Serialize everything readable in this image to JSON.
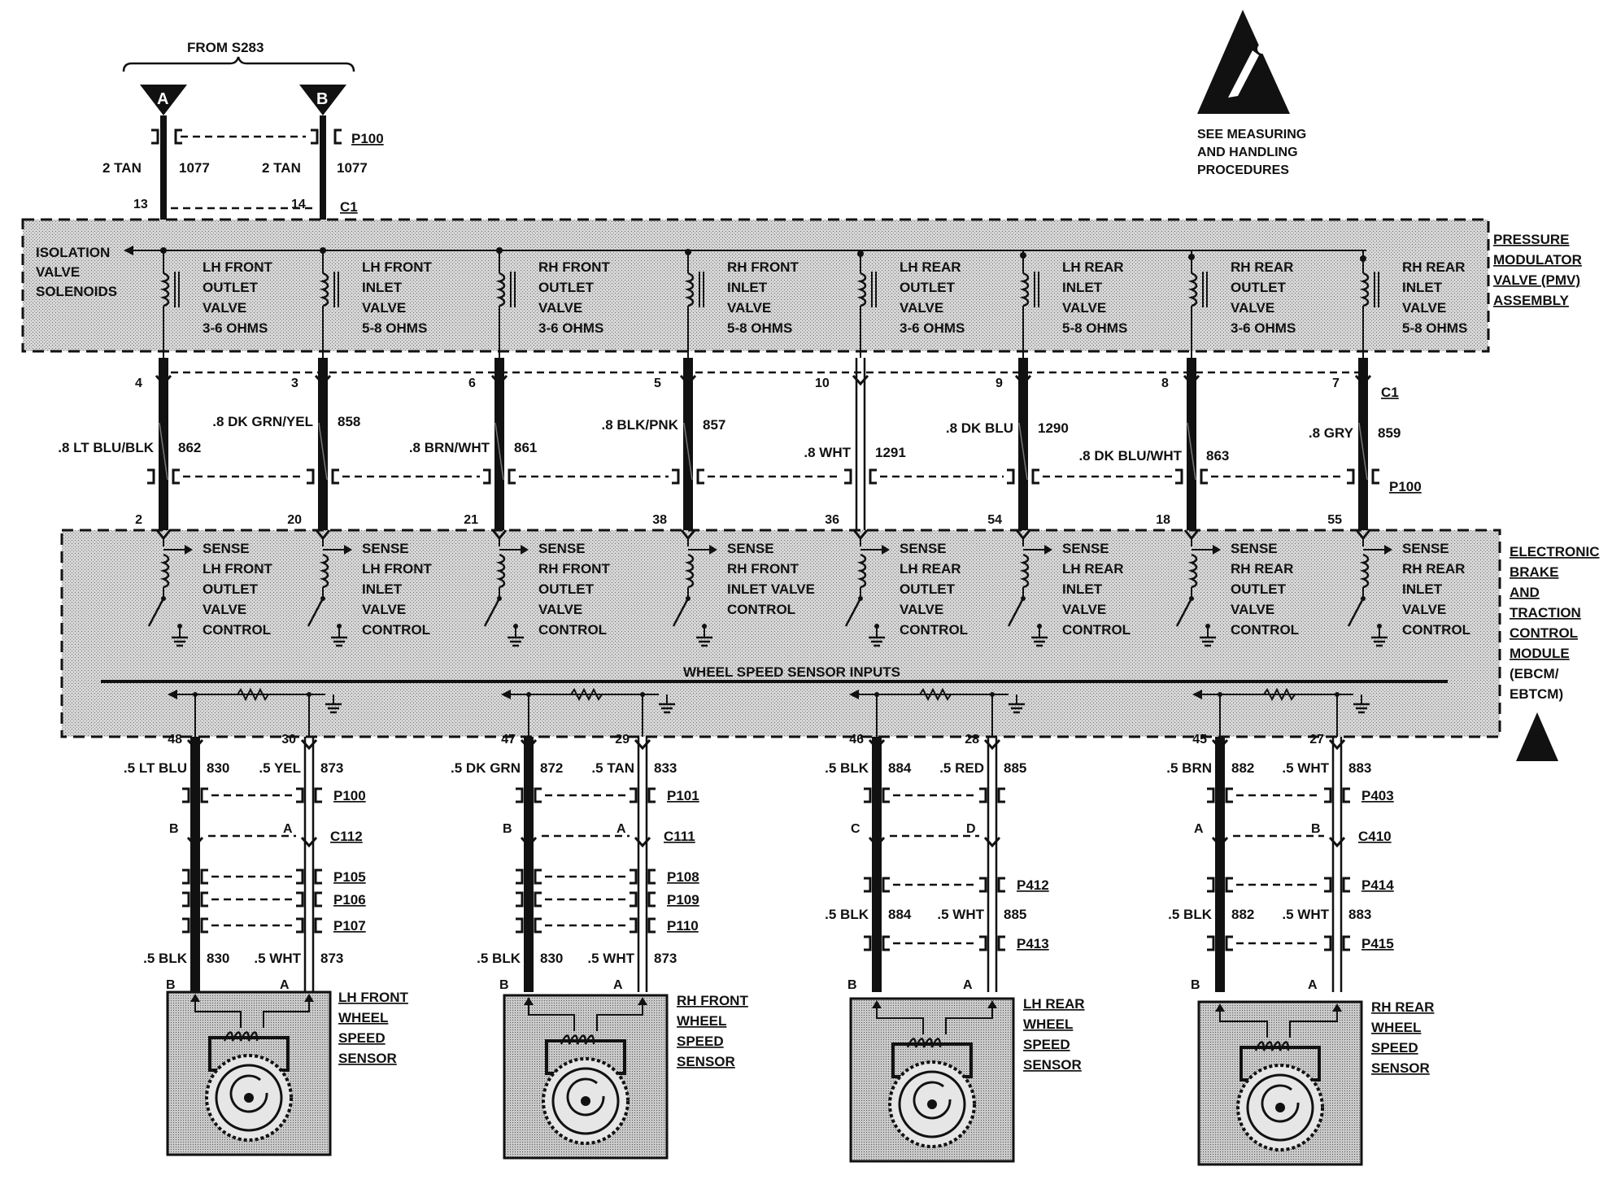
{
  "top": {
    "from_label": "FROM S283",
    "splice_a": "A",
    "splice_b": "B",
    "connector_p100": "P100",
    "connector_c1": "C1",
    "wire_a_gauge": "2 TAN",
    "wire_a_num": "1077",
    "wire_b_gauge": "2 TAN",
    "wire_b_num": "1077",
    "pin_a": "13",
    "pin_b": "14"
  },
  "esd_note": [
    "SEE MEASURING",
    "AND HANDLING",
    "PROCEDURES"
  ],
  "pmv": {
    "isolation_label": [
      "ISOLATION",
      "VALVE",
      "SOLENOIDS"
    ],
    "assembly_label": [
      "PRESSURE",
      "MODULATOR",
      "VALVE (PMV)",
      "ASSEMBLY"
    ],
    "valves": [
      [
        "LH FRONT",
        "OUTLET",
        "VALVE",
        "3-6 OHMS"
      ],
      [
        "LH FRONT",
        "INLET",
        "VALVE",
        "5-8 OHMS"
      ],
      [
        "RH FRONT",
        "OUTLET",
        "VALVE",
        "3-6 OHMS"
      ],
      [
        "RH FRONT",
        "INLET",
        "VALVE",
        "5-8 OHMS"
      ],
      [
        "LH REAR",
        "OUTLET",
        "VALVE",
        "3-6 OHMS"
      ],
      [
        "LH REAR",
        "INLET",
        "VALVE",
        "5-8 OHMS"
      ],
      [
        "RH REAR",
        "OUTLET",
        "VALVE",
        "3-6 OHMS"
      ],
      [
        "RH REAR",
        "INLET",
        "VALVE",
        "5-8 OHMS"
      ]
    ]
  },
  "mid": {
    "c1_label": "C1",
    "p100_label": "P100",
    "wires": [
      {
        "c1_pin": "4",
        "gauge": ".8 LT BLU/BLK",
        "num": "862",
        "ebcm_pin": "2"
      },
      {
        "c1_pin": "3",
        "gauge": ".8 DK GRN/YEL",
        "num": "858",
        "ebcm_pin": "20"
      },
      {
        "c1_pin": "6",
        "gauge": ".8 BRN/WHT",
        "num": "861",
        "ebcm_pin": "21"
      },
      {
        "c1_pin": "5",
        "gauge": ".8 BLK/PNK",
        "num": "857",
        "ebcm_pin": "38"
      },
      {
        "c1_pin": "10",
        "gauge": ".8 WHT",
        "num": "1291",
        "ebcm_pin": "36"
      },
      {
        "c1_pin": "9",
        "gauge": ".8 DK BLU",
        "num": "1290",
        "ebcm_pin": "54"
      },
      {
        "c1_pin": "8",
        "gauge": ".8 DK BLU/WHT",
        "num": "863",
        "ebcm_pin": "18"
      },
      {
        "c1_pin": "7",
        "gauge": ".8 GRY",
        "num": "859",
        "ebcm_pin": "55"
      }
    ]
  },
  "ebcm": {
    "label": [
      "ELECTRONIC",
      "BRAKE",
      "AND",
      "TRACTION",
      "CONTROL",
      "MODULE",
      "(EBCM/",
      "EBTCM)"
    ],
    "wss_label": "WHEEL SPEED SENSOR INPUTS",
    "controls": [
      [
        "SENSE",
        "LH FRONT",
        "OUTLET",
        "VALVE",
        "CONTROL"
      ],
      [
        "SENSE",
        "LH FRONT",
        "INLET",
        "VALVE",
        "CONTROL"
      ],
      [
        "SENSE",
        "RH FRONT",
        "OUTLET",
        "VALVE",
        "CONTROL"
      ],
      [
        "SENSE",
        "RH FRONT",
        "INLET VALVE",
        "CONTROL"
      ],
      [
        "SENSE",
        "LH REAR",
        "OUTLET",
        "VALVE",
        "CONTROL"
      ],
      [
        "SENSE",
        "LH REAR",
        "INLET",
        "VALVE",
        "CONTROL"
      ],
      [
        "SENSE",
        "RH REAR",
        "OUTLET",
        "VALVE",
        "CONTROL"
      ],
      [
        "SENSE",
        "RH REAR",
        "INLET",
        "VALVE",
        "CONTROL"
      ]
    ]
  },
  "sensors": [
    {
      "pins": [
        "48",
        "30"
      ],
      "upper_gauges": [
        ".5 LT BLU",
        "830",
        ".5 YEL",
        "873"
      ],
      "upper_conn": "P100",
      "mid_conn": "C112",
      "mid_pins": [
        "B",
        "A"
      ],
      "lower_conns": [
        "P105",
        "P106",
        "P107"
      ],
      "lower_gauges": [
        ".5 BLK",
        "830",
        ".5 WHT",
        "873"
      ],
      "sensor_pins": [
        "B",
        "A"
      ],
      "name": [
        "LH FRONT",
        "WHEEL",
        "SPEED",
        "SENSOR"
      ]
    },
    {
      "pins": [
        "47",
        "29"
      ],
      "upper_gauges": [
        ".5 DK GRN",
        "872",
        ".5 TAN",
        "833"
      ],
      "upper_conn": "P101",
      "mid_conn": "C111",
      "mid_pins": [
        "B",
        "A"
      ],
      "lower_conns": [
        "P108",
        "P109",
        "P110"
      ],
      "lower_gauges": [
        ".5 BLK",
        "830",
        ".5 WHT",
        "873"
      ],
      "sensor_pins": [
        "B",
        "A"
      ],
      "name": [
        "RH FRONT",
        "WHEEL",
        "SPEED",
        "SENSOR"
      ]
    },
    {
      "pins": [
        "46",
        "28"
      ],
      "upper_gauges": [
        ".5 BLK",
        "884",
        ".5 RED",
        "885"
      ],
      "upper_conn": "",
      "mid_conn": "",
      "mid_pins": [
        "C",
        "D"
      ],
      "lower_conns": [
        "P412",
        "P413"
      ],
      "lower_gauges": [
        ".5 BLK",
        "884",
        ".5 WHT",
        "885"
      ],
      "sensor_pins": [
        "B",
        "A"
      ],
      "name": [
        "LH REAR",
        "WHEEL",
        "SPEED",
        "SENSOR"
      ]
    },
    {
      "pins": [
        "45",
        "27"
      ],
      "upper_gauges": [
        ".5 BRN",
        "882",
        ".5 WHT",
        "883"
      ],
      "upper_conn": "P403",
      "mid_conn": "C410",
      "mid_pins": [
        "A",
        "B"
      ],
      "lower_conns": [
        "P414",
        "P415"
      ],
      "lower_gauges": [
        ".5 BLK",
        "882",
        ".5 WHT",
        "883"
      ],
      "sensor_pins": [
        "B",
        "A"
      ],
      "name": [
        "RH REAR",
        "WHEEL",
        "SPEED",
        "SENSOR"
      ]
    }
  ]
}
